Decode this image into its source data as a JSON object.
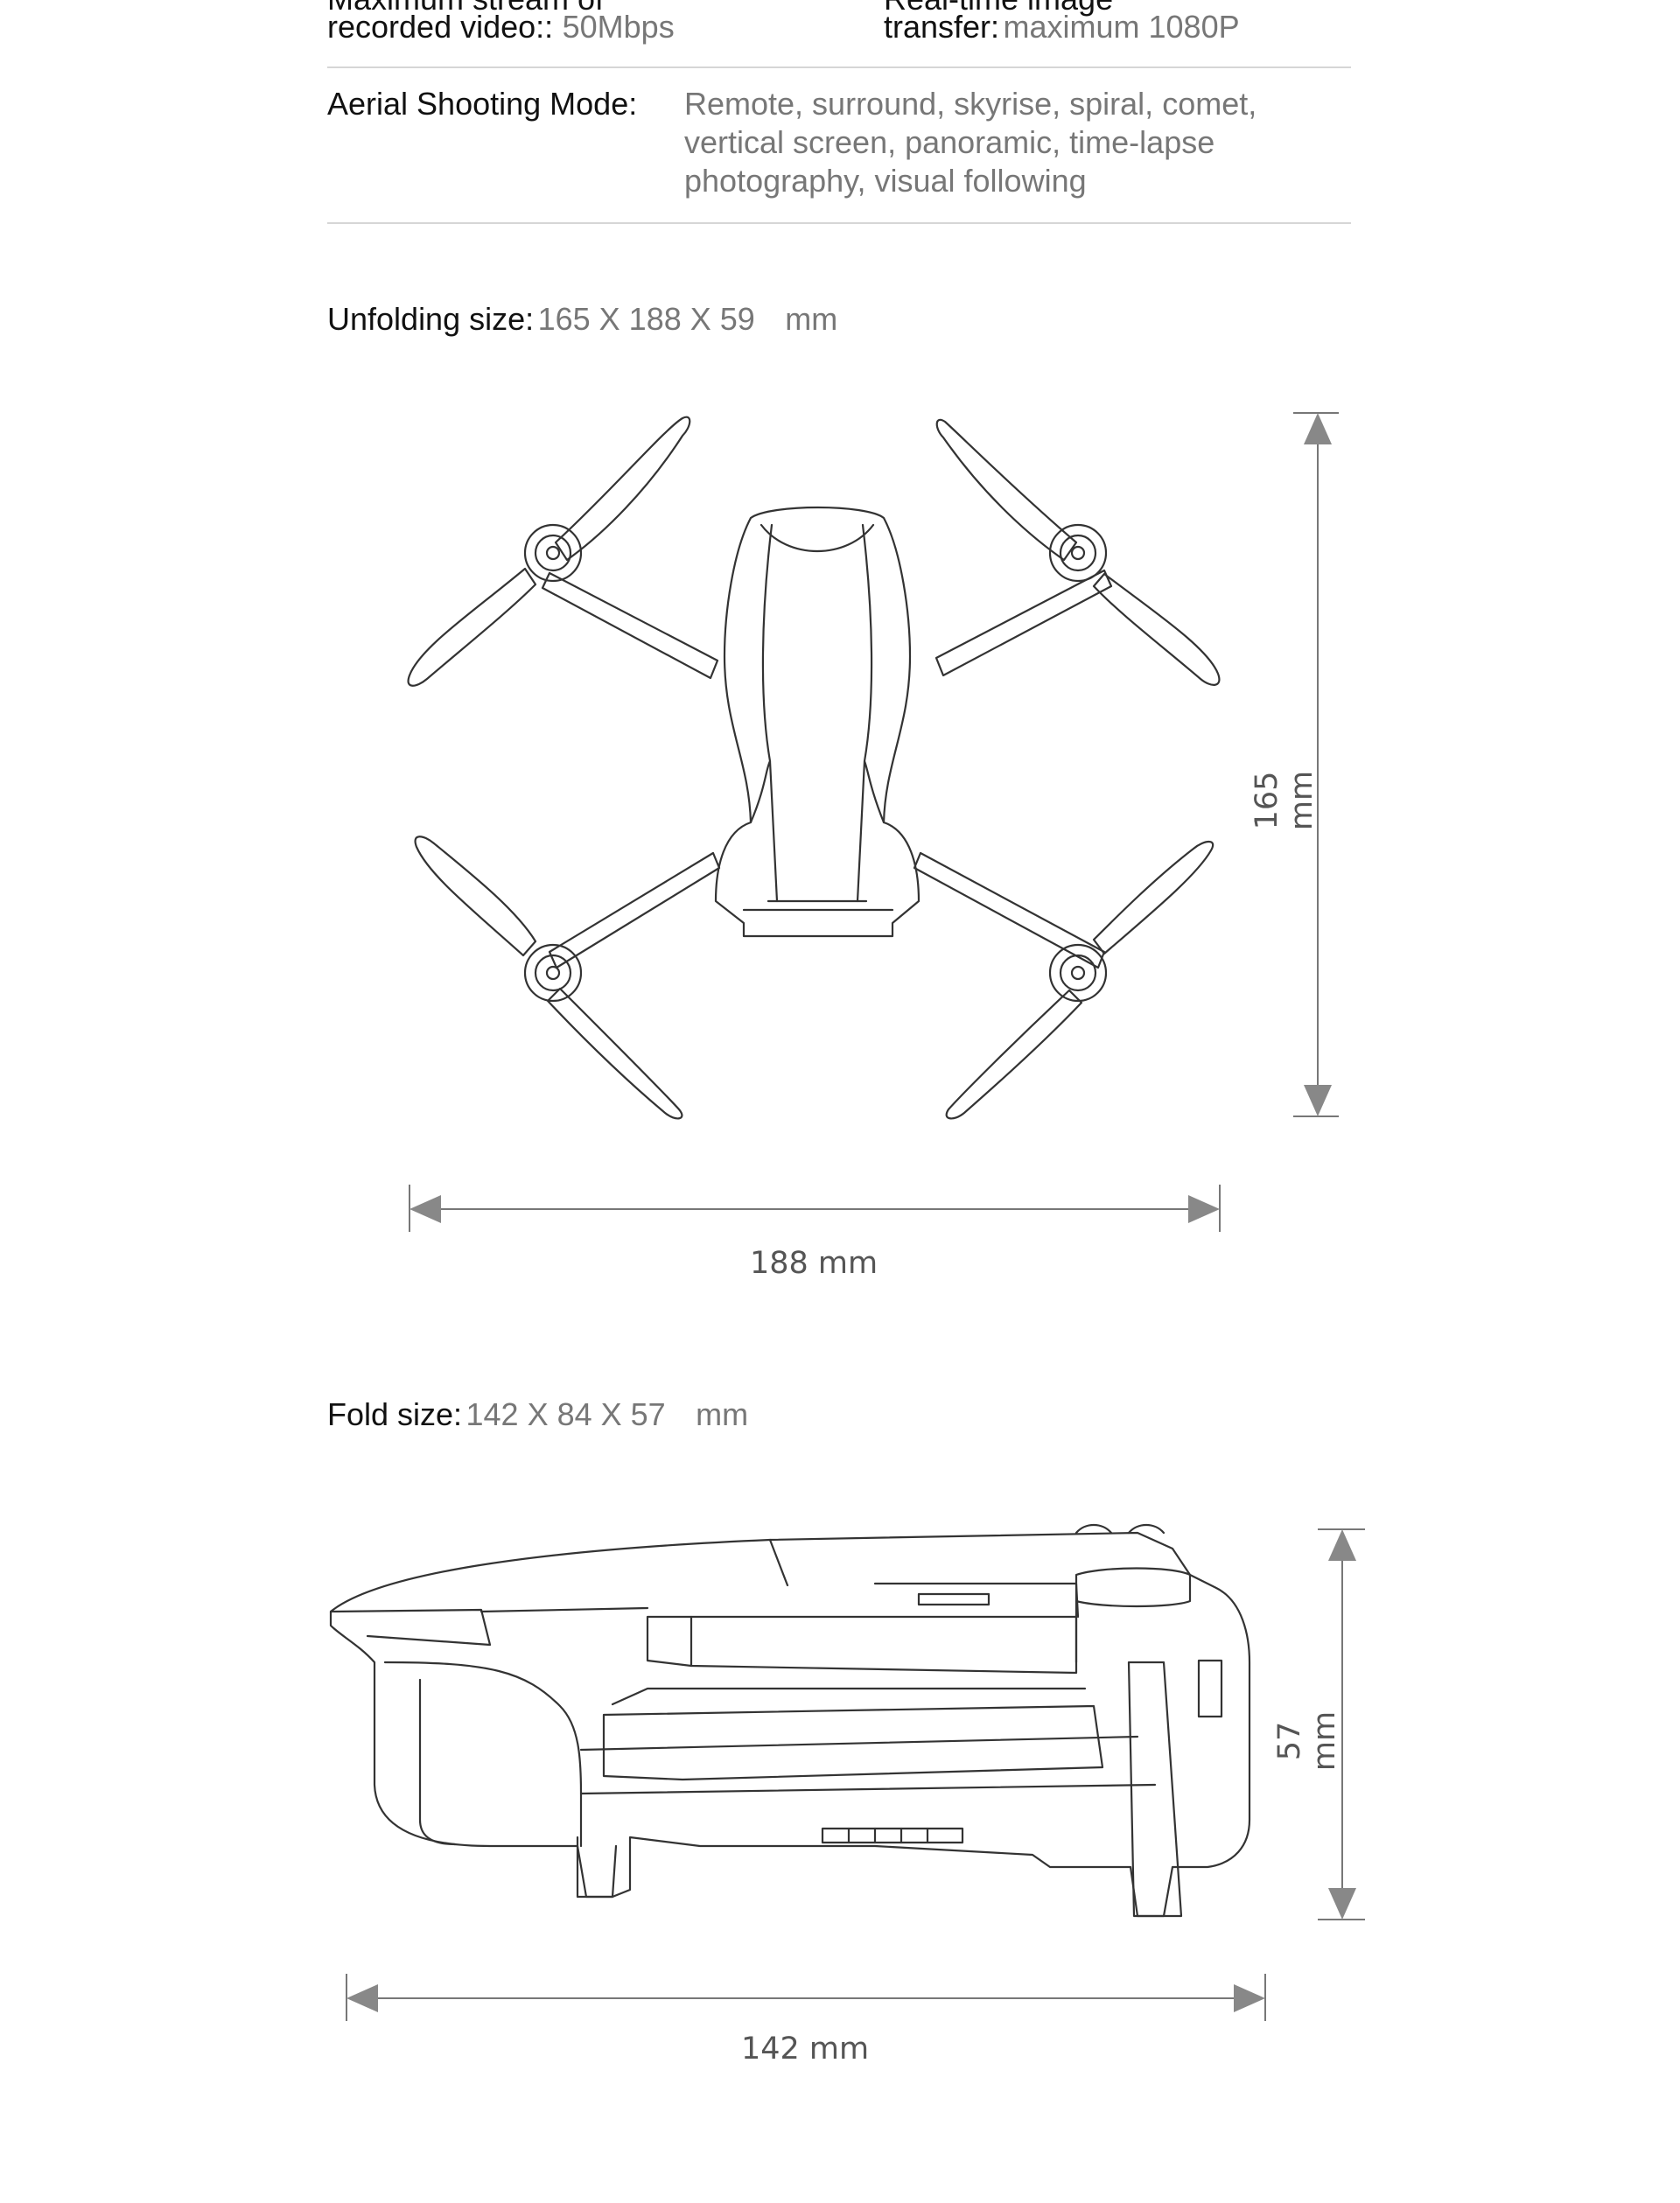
{
  "specs": {
    "row1": {
      "left_label_top": "Maximum stream of",
      "left_label": "recorded video:",
      "left_value": "50Mbps",
      "right_label_top": "Real-time image",
      "right_label": "transfer:",
      "right_value": "maximum 1080P"
    },
    "aerial": {
      "label": "Aerial Shooting Mode:",
      "lines": [
        "Remote, surround, skyrise, spiral, comet,",
        "vertical screen, panoramic, time-lapse",
        "photography, visual following"
      ]
    }
  },
  "unfolding": {
    "label": "Unfolding size:",
    "value": "165 X 188 X 59",
    "unit": "mm",
    "height_dim": "165 mm",
    "width_dim": "188 mm"
  },
  "fold": {
    "label": "Fold size:",
    "value": "142 X 84 X 57",
    "unit": "mm",
    "height_dim": "57 mm",
    "width_dim": "142 mm"
  }
}
